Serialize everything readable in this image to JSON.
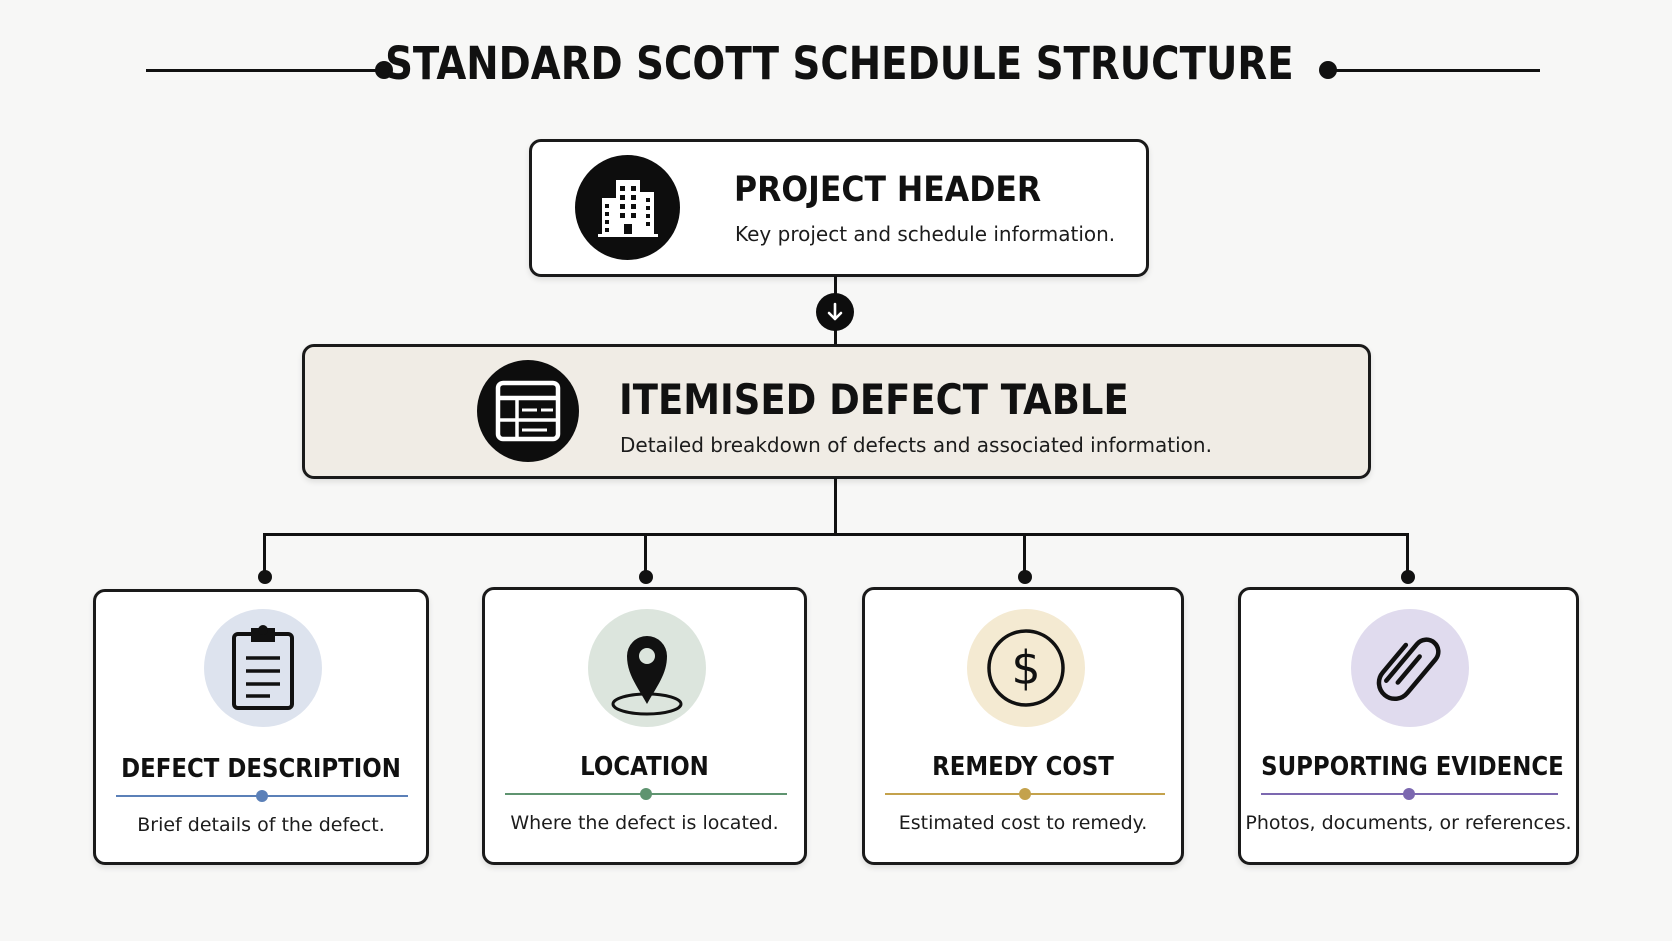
{
  "title": "STANDARD SCOTT SCHEDULE STRUCTURE",
  "project_header": {
    "heading": "PROJECT HEADER",
    "description": "Key project and schedule information.",
    "icon": "building-icon"
  },
  "defect_table": {
    "heading": "ITEMISED DEFECT TABLE",
    "description": "Detailed breakdown of defects and associated information.",
    "icon": "table-icon",
    "background": "#f0ece5"
  },
  "cards": [
    {
      "heading": "DEFECT DESCRIPTION",
      "description": "Brief details of the defect.",
      "icon": "clipboard-icon",
      "icon_bg": "#dde3ee",
      "accent": "#5b80b8"
    },
    {
      "heading": "LOCATION",
      "description": "Where the defect is located.",
      "icon": "location-pin-icon",
      "icon_bg": "#dce5dd",
      "accent": "#5f9470"
    },
    {
      "heading": "REMEDY COST",
      "description": "Estimated cost to remedy.",
      "icon": "dollar-icon",
      "icon_bg": "#f4ead2",
      "accent": "#c4a24c"
    },
    {
      "heading": "SUPPORTING EVIDENCE",
      "description": "Photos, documents, or references.",
      "icon": "paperclip-icon",
      "icon_bg": "#e0dbee",
      "accent": "#7c68b0"
    }
  ]
}
